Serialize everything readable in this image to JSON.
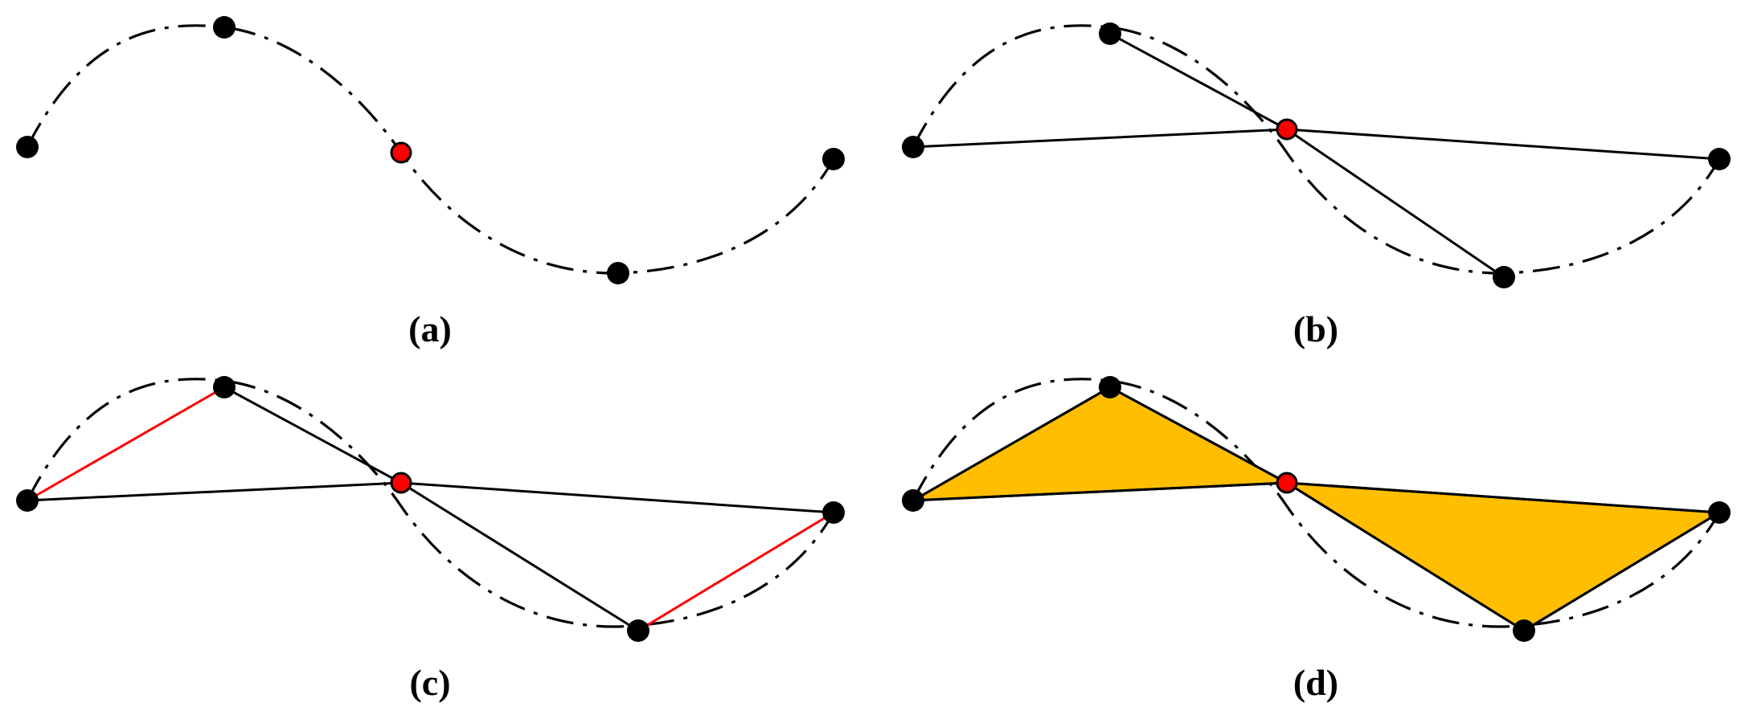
{
  "colors": {
    "point": "#000000",
    "center_point": "#ff0000",
    "line": "#000000",
    "highlight_edge": "#ff0000",
    "triangle_fill": "#ffbf00"
  },
  "panels": [
    {
      "caption": "(a)",
      "segments": [],
      "highlighted_segments": [],
      "triangles": []
    },
    {
      "caption": "(b)",
      "segments": [
        [
          0,
          2
        ],
        [
          1,
          2
        ],
        [
          2,
          3
        ],
        [
          2,
          4
        ]
      ],
      "highlighted_segments": [],
      "triangles": []
    },
    {
      "caption": "(c)",
      "segments": [
        [
          0,
          2
        ],
        [
          1,
          2
        ],
        [
          2,
          3
        ],
        [
          2,
          4
        ]
      ],
      "highlighted_segments": [
        [
          0,
          1
        ],
        [
          3,
          4
        ]
      ],
      "triangles": []
    },
    {
      "caption": "(d)",
      "segments": [
        [
          0,
          2
        ],
        [
          1,
          2
        ],
        [
          2,
          3
        ],
        [
          2,
          4
        ],
        [
          0,
          1
        ],
        [
          3,
          4
        ]
      ],
      "highlighted_segments": [],
      "triangles": [
        [
          0,
          1,
          2
        ],
        [
          2,
          3,
          4
        ]
      ]
    }
  ]
}
